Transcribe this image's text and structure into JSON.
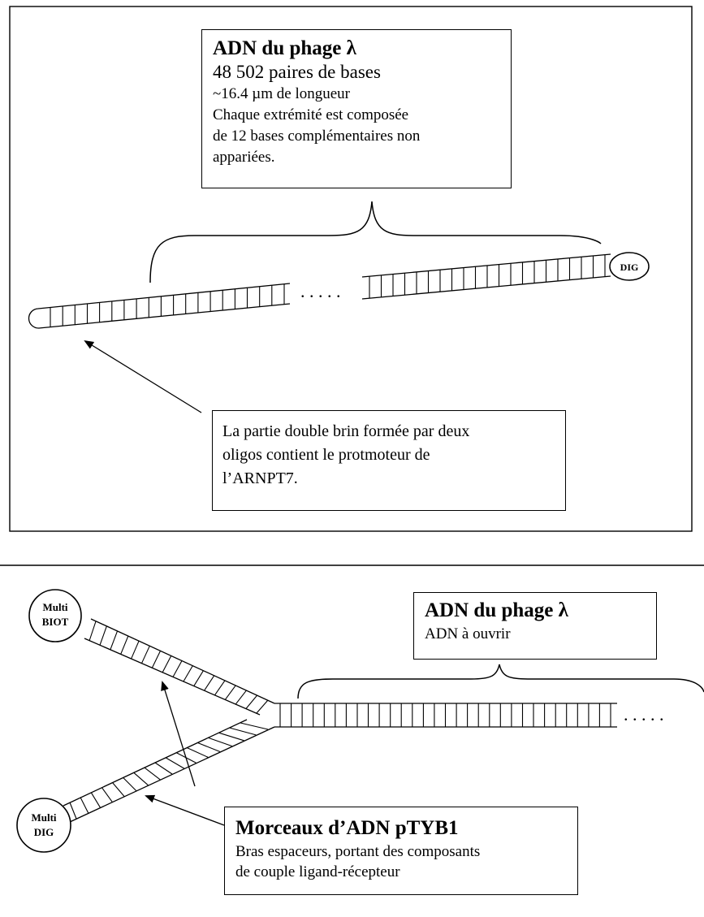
{
  "top_panel": {
    "title": "ADN du phage λ",
    "lines": [
      "48 502 paires de bases",
      "~16.4 µm de longueur",
      "Chaque extrémité est composée",
      "de 12 bases complémentaires non",
      "appariées."
    ],
    "dig_label": "DIG",
    "gap_dots": ". . . . .",
    "note_lines": [
      "La partie double brin formée par deux",
      "oligos contient le protmoteur de",
      "l’ARNPT7."
    ]
  },
  "bottom_panel": {
    "title": "ADN du phage λ",
    "subtitle": "ADN à ouvrir",
    "biot_label": [
      "Multi",
      "BIOT"
    ],
    "dig_label": [
      "Multi",
      "DIG"
    ],
    "trail_dots": ". . . . .",
    "pieces_title": "Morceaux d’ADN pTYB1",
    "pieces_lines": [
      "Bras espaceurs, portant des composants",
      "de couple ligand-récepteur"
    ]
  }
}
